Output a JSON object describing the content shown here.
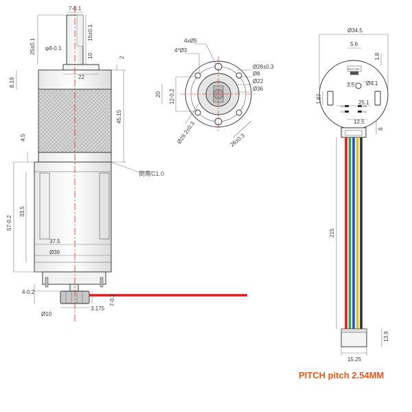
{
  "colors": {
    "motor_wire": "#e31b1b",
    "centerline": "#e31b1b",
    "note": "#e05a1c",
    "wires": [
      "#e31b1b",
      "#2aa84a",
      "#1e4ed8",
      "#d9c21a",
      "#333333"
    ]
  },
  "side_view": {
    "shaft_width": "7-0.1",
    "shaft_length": "25±0.1",
    "shaft_dia": "φ8-0.1",
    "flat_length": "15±0.1",
    "boss_len": "10",
    "boss_gap": "2",
    "boss_dia": "22",
    "gear_len": "8.19",
    "gearbox_len": "45.15",
    "dim_4_5": "4.5",
    "chamfer": "倒角C1.0",
    "motor_body": "33.5",
    "motor_total": "57-0.2",
    "dim_37_5": "37.5",
    "motor_dia": "Ø36",
    "pulley_offset": "4-0.2",
    "pulley_hole": "3.175",
    "pulley_len": "7-0.2",
    "pulley_dia": "Ø10"
  },
  "front_view": {
    "holes": "4xØ5",
    "pin_holes": "4*Ø3",
    "d_28": "Ø28±0.3",
    "d_8": "Ø8",
    "d_22": "Ø22",
    "d_36": "Ø36",
    "d_20": "20",
    "d_12": "12-0.2",
    "d_29": "Ø29.2±0.3",
    "d_26": "26±0.3"
  },
  "end_view": {
    "dia": "Ø34.5",
    "d_5_6": "5.6",
    "d_1_8": "1.8",
    "pcb_label": "BCK-000",
    "d_3_5": "3.5",
    "hole": "Ø4.1",
    "d_1_87": "1.87",
    "d_25_1": "25.1",
    "d_12_5": "12.5",
    "d_6": "6",
    "pad_labels": [
      "C2",
      "H2",
      "C1",
      "H1"
    ],
    "wire_len": "215",
    "conn_h": "13.9",
    "conn_w": "15.25"
  },
  "footer": {
    "pitch_note": "PITCH pitch 2.54MM"
  }
}
